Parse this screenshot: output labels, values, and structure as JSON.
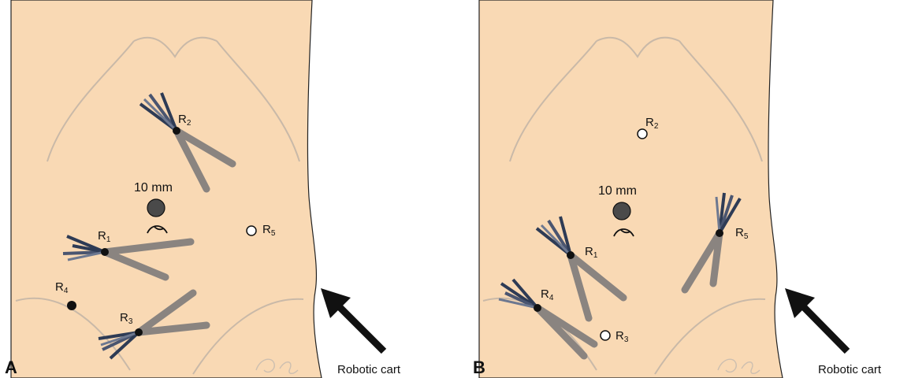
{
  "colors": {
    "skin": "#f9d9b4",
    "outline": "#c9b9a8",
    "body_edge": "#222222",
    "instrument": "#8a8480",
    "instrument_dark": "#2e3b55",
    "port_dark": "#4a4a4a",
    "arrow": "#111111"
  },
  "panels": [
    {
      "letter": "A",
      "camera_label": "10 mm",
      "cart_label": "Robotic cart",
      "ports": {
        "R1": {
          "main": "R",
          "sub": "1"
        },
        "R2": {
          "main": "R",
          "sub": "2"
        },
        "R3": {
          "main": "R",
          "sub": "3"
        },
        "R4": {
          "main": "R",
          "sub": "4"
        },
        "R5": {
          "main": "R",
          "sub": "5"
        }
      }
    },
    {
      "letter": "B",
      "camera_label": "10 mm",
      "cart_label": "Robotic cart",
      "ports": {
        "R1": {
          "main": "R",
          "sub": "1"
        },
        "R2": {
          "main": "R",
          "sub": "2"
        },
        "R3": {
          "main": "R",
          "sub": "3"
        },
        "R4": {
          "main": "R",
          "sub": "4"
        },
        "R5": {
          "main": "R",
          "sub": "5"
        }
      }
    }
  ]
}
